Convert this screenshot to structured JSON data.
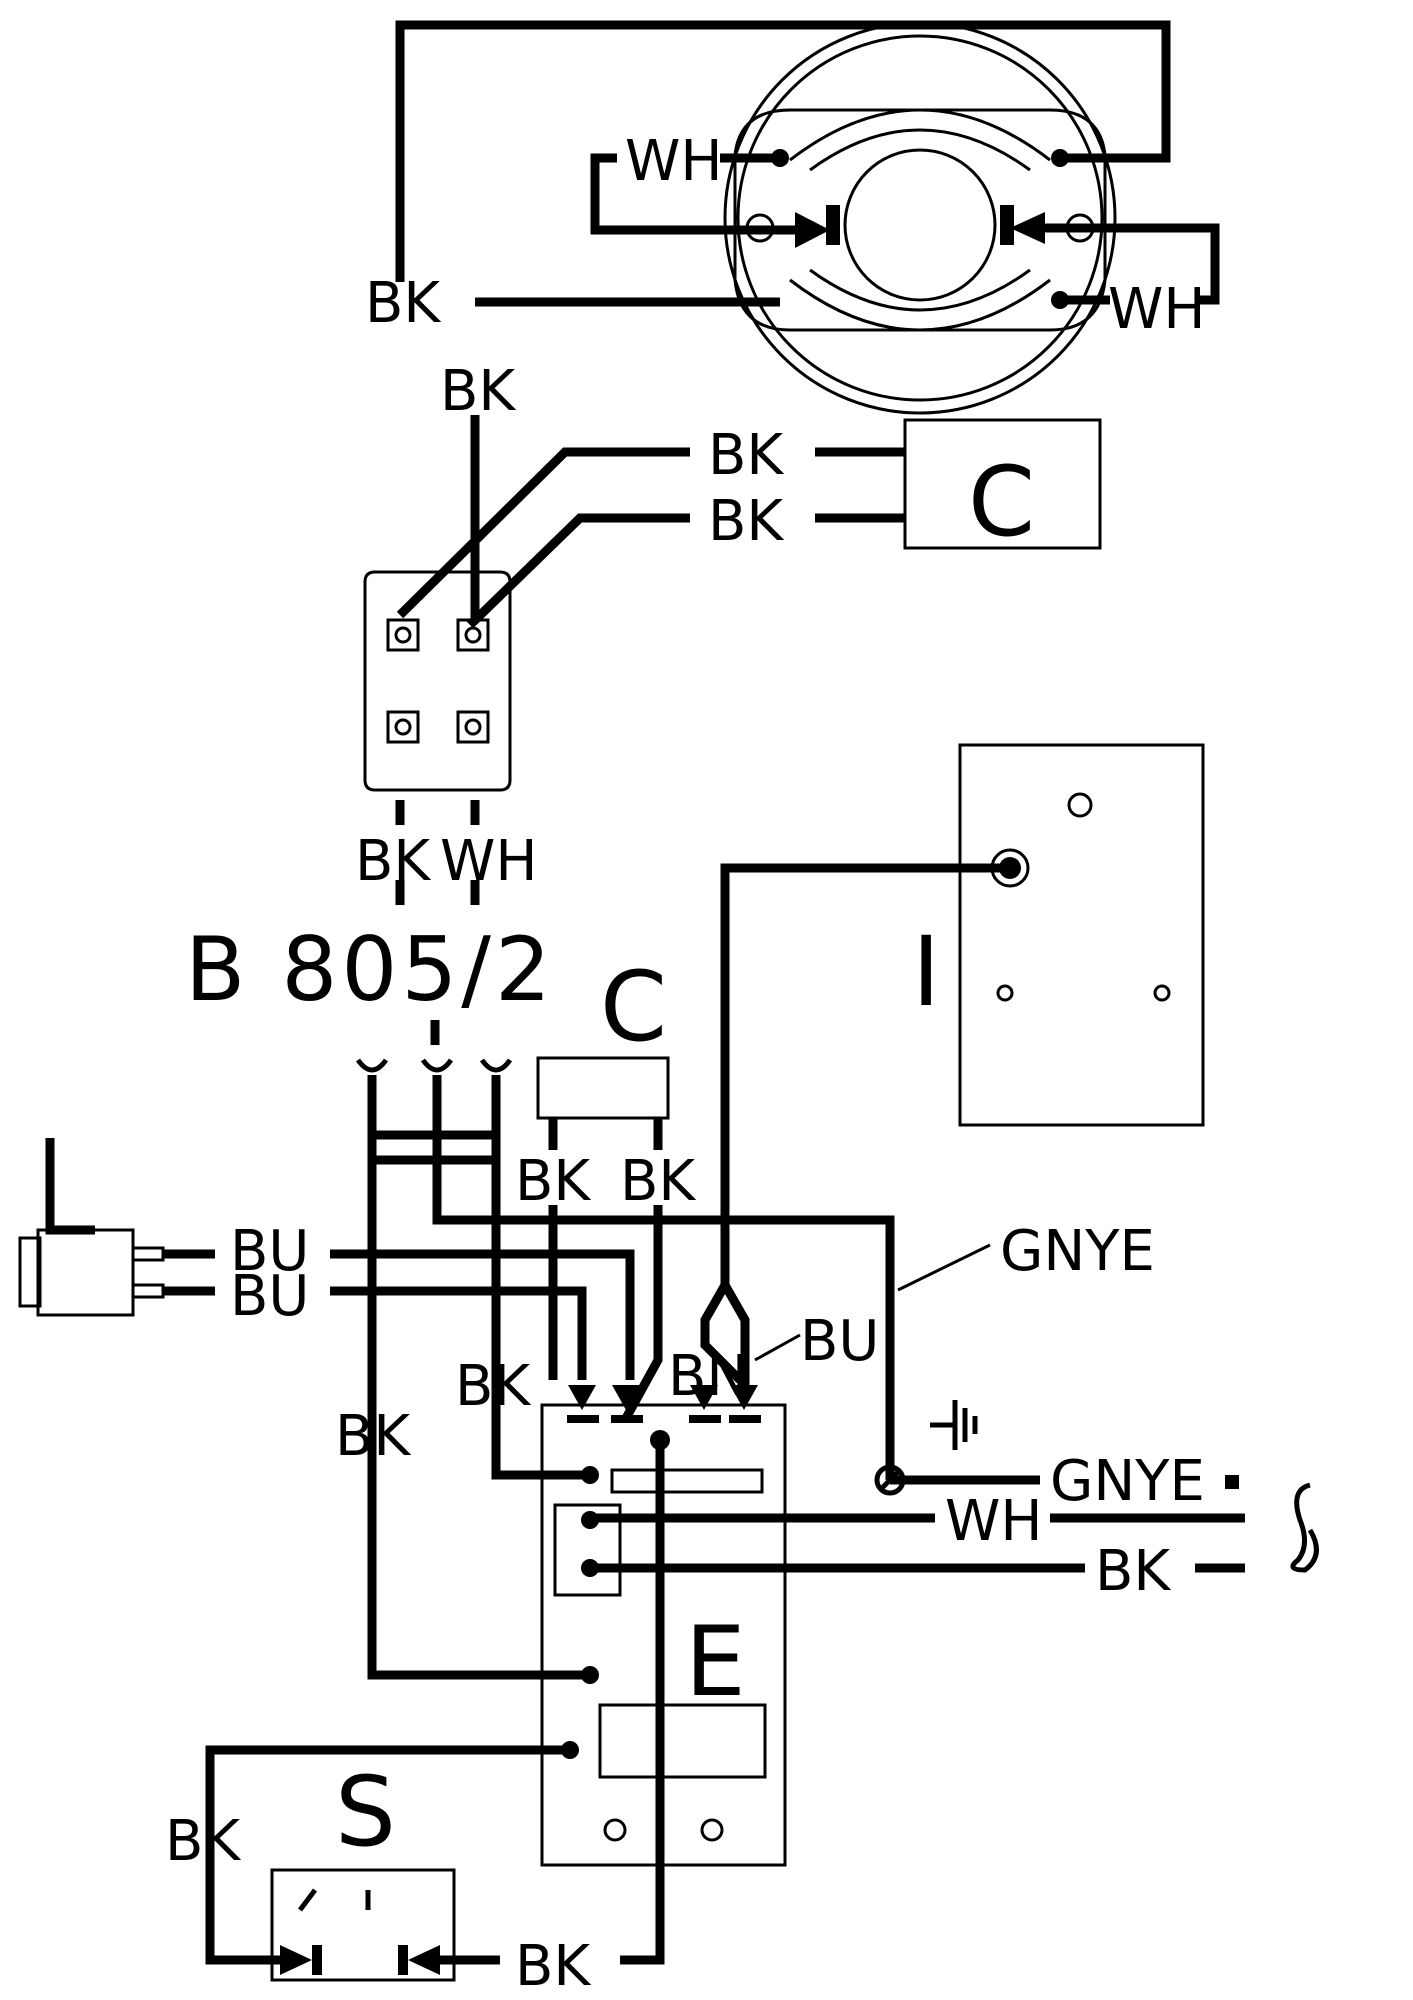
{
  "model": "B 805/2",
  "components": {
    "capacitor_motor": "C",
    "capacitor_small": "C",
    "switch_unit": "I",
    "electronics": "E",
    "switch_s": "S"
  },
  "wire_labels": {
    "wh_motor_left": "WH",
    "bk_motor": "BK",
    "wh_motor_right": "WH",
    "bk_vertical": "BK",
    "bk_cap_1": "BK",
    "bk_cap_2": "BK",
    "bk_terminal": "BK",
    "wh_terminal": "WH",
    "bk_cap_small_1": "BK",
    "bk_cap_small_2": "BK",
    "bu_1": "BU",
    "bu_2": "BU",
    "gnye_top": "GNYE",
    "bu_right": "BU",
    "bn": "BN",
    "bk_mid": "BK",
    "bk_left": "BK",
    "gnye_mains": "GNYE",
    "wh_mains": "WH",
    "bk_mains": "BK",
    "bk_switch_left": "BK",
    "bk_bottom": "BK"
  },
  "symbols": {
    "ground": "earth-symbol",
    "ac_supply": "ac-wave-symbol",
    "lamp": "lamp-icon"
  }
}
